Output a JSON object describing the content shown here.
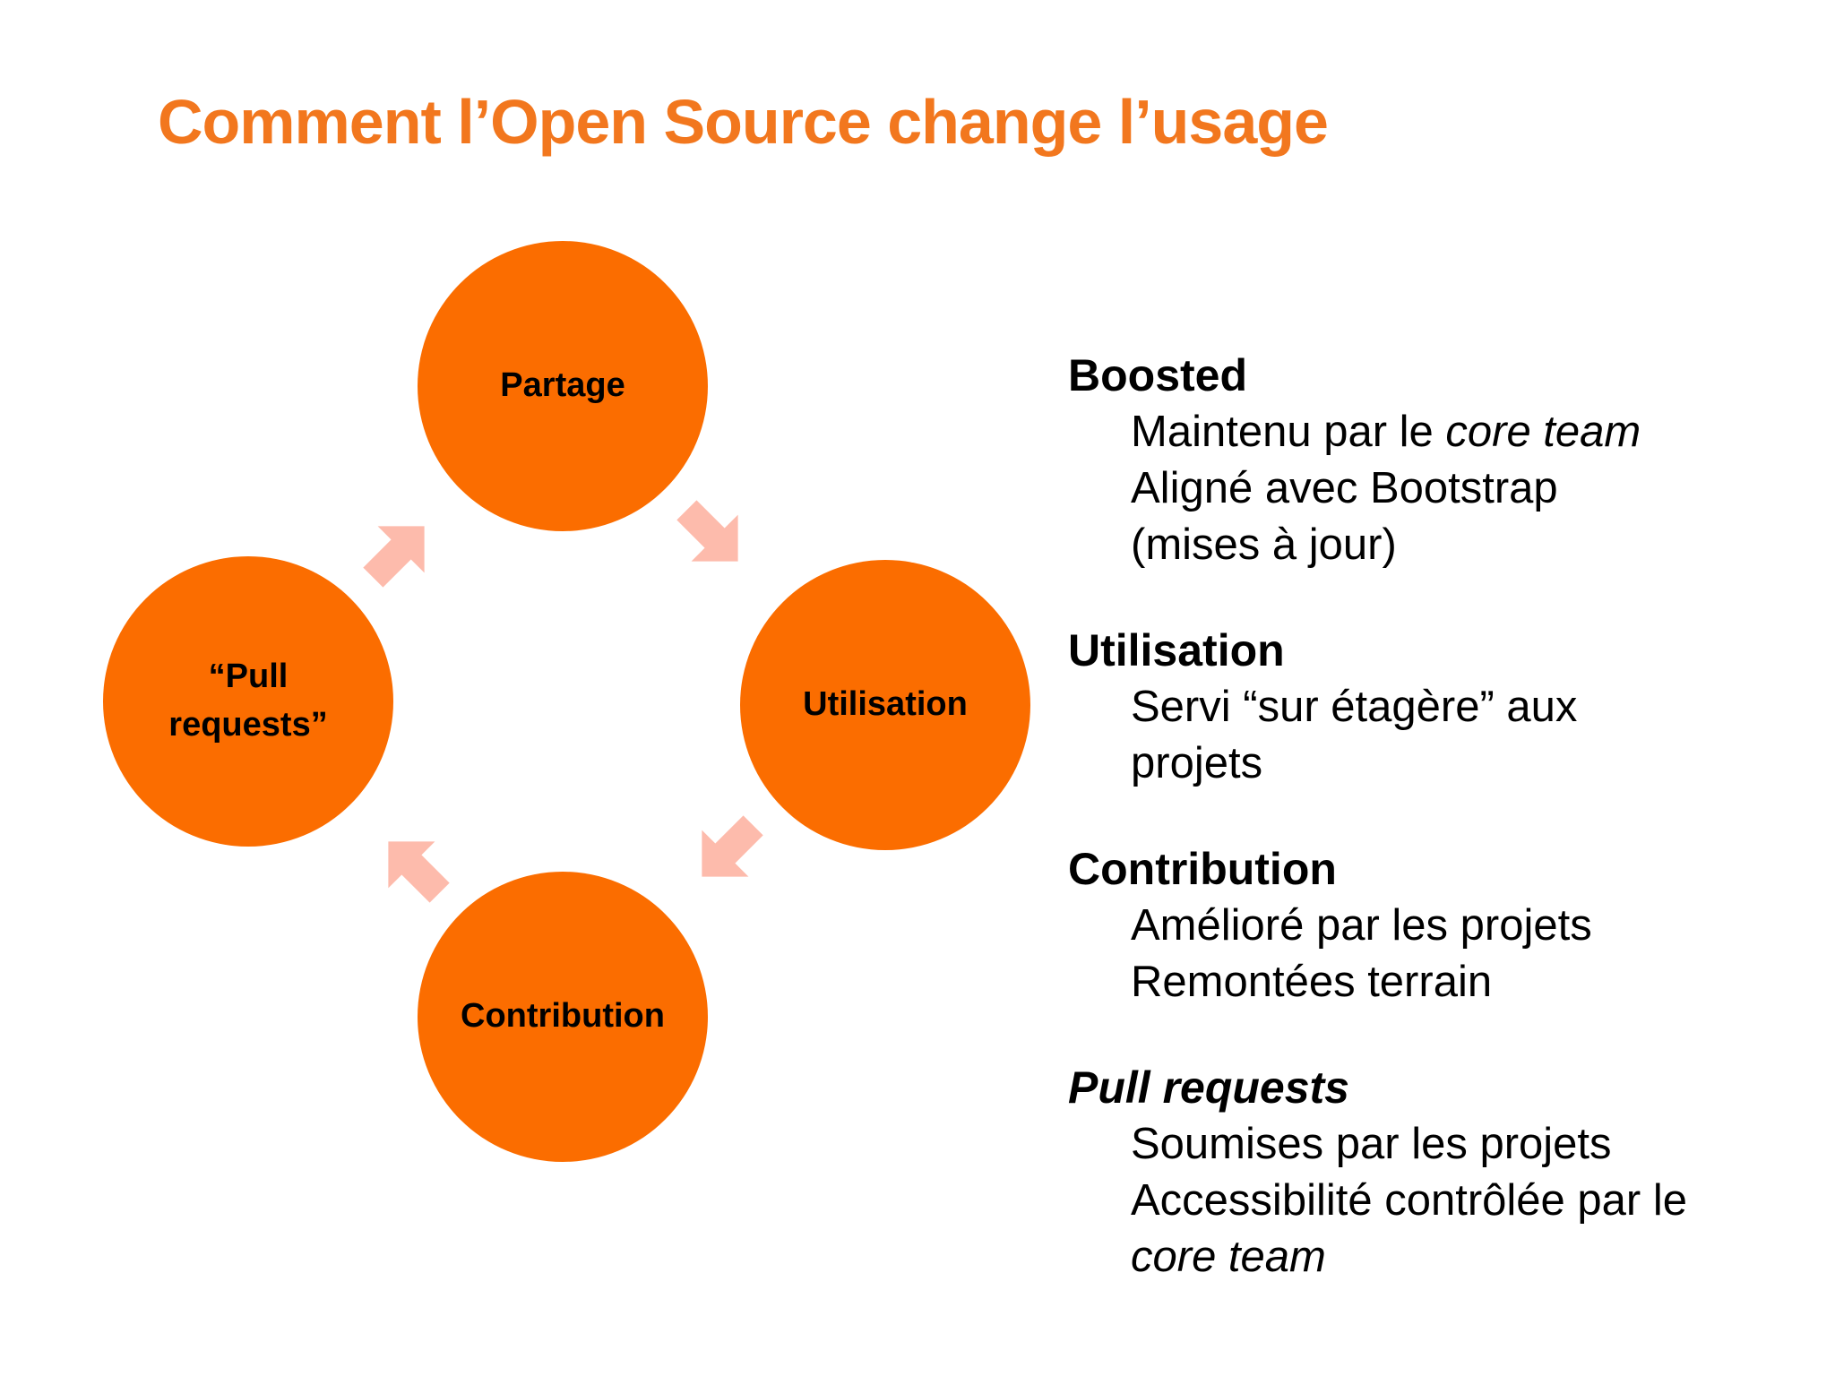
{
  "title": "Comment l’Open Source change l’usage",
  "colors": {
    "title_orange": "#F2771E",
    "circle_orange": "#FB6D00",
    "arrow_pink": "#FDBBAC",
    "text_black": "#000000",
    "background": "#FFFFFF"
  },
  "cycle": {
    "flow": "clockwise",
    "nodes": [
      {
        "label": "Partage"
      },
      {
        "label": "Utilisation"
      },
      {
        "label": "Contribution"
      },
      {
        "label": "“Pull requests”"
      }
    ],
    "arrows": [
      {
        "name": "partage-to-utilisation",
        "direction": "down-right"
      },
      {
        "name": "utilisation-to-contribution",
        "direction": "down-left"
      },
      {
        "name": "contribution-to-pull-requests",
        "direction": "up-left"
      },
      {
        "name": "pull-requests-to-partage",
        "direction": "up-right"
      }
    ]
  },
  "sections": [
    {
      "heading": "Boosted",
      "lines": [
        {
          "segments": [
            {
              "text": "Maintenu par le ",
              "style": "normal"
            },
            {
              "text": "core team",
              "style": "italic"
            }
          ]
        },
        {
          "segments": [
            {
              "text": "Aligné avec Bootstrap",
              "style": "normal"
            }
          ]
        },
        {
          "segments": [
            {
              "text": "(mises à jour)",
              "style": "normal"
            }
          ]
        }
      ]
    },
    {
      "heading": "Utilisation",
      "lines": [
        {
          "segments": [
            {
              "text": "Servi “sur étagère” aux",
              "style": "normal"
            }
          ]
        },
        {
          "segments": [
            {
              "text": "projets",
              "style": "normal"
            }
          ]
        }
      ]
    },
    {
      "heading": "Contribution",
      "lines": [
        {
          "segments": [
            {
              "text": "Amélioré par les projets",
              "style": "normal"
            }
          ]
        },
        {
          "segments": [
            {
              "text": "Remontées terrain",
              "style": "normal"
            }
          ]
        }
      ]
    },
    {
      "heading": "Pull requests",
      "heading_italic": true,
      "lines": [
        {
          "segments": [
            {
              "text": "Soumises par les projets",
              "style": "normal"
            }
          ]
        },
        {
          "segments": [
            {
              "text": "Accessibilité contrôlée par le",
              "style": "normal"
            }
          ]
        },
        {
          "segments": [
            {
              "text": "core team",
              "style": "italic"
            }
          ]
        }
      ]
    }
  ]
}
